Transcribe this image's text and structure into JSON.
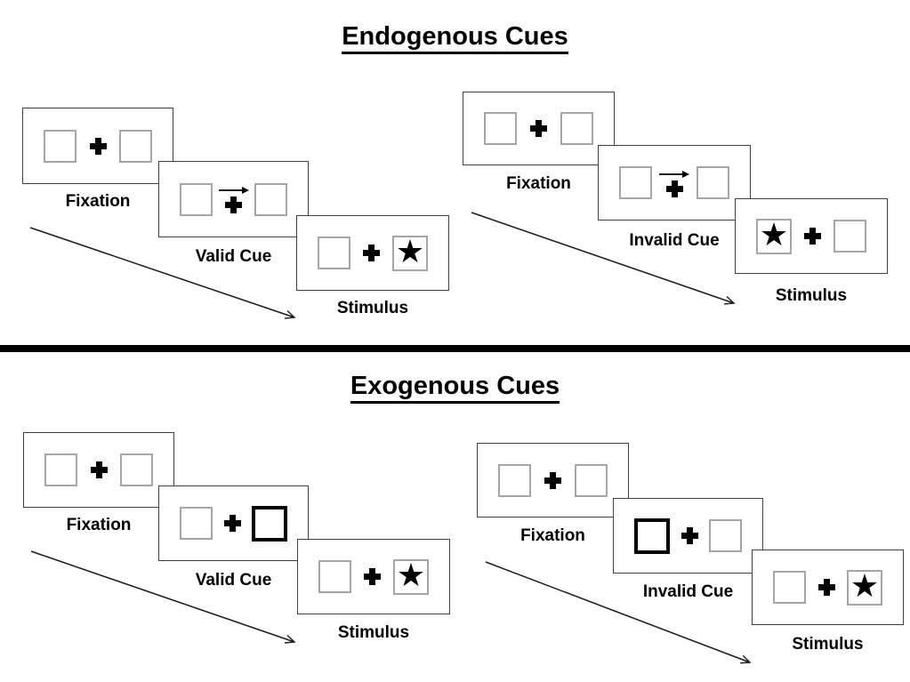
{
  "sections": {
    "endogenous": {
      "title": "Endogenous Cues",
      "valid": {
        "fixation_label": "Fixation",
        "cue_label": "Valid Cue",
        "stimulus_label": "Stimulus",
        "cue_type": "central-arrow",
        "cue_direction": "right",
        "target_side": "right"
      },
      "invalid": {
        "fixation_label": "Fixation",
        "cue_label": "Invalid Cue",
        "stimulus_label": "Stimulus",
        "cue_type": "central-arrow",
        "cue_direction": "right",
        "target_side": "left"
      }
    },
    "exogenous": {
      "title": "Exogenous Cues",
      "valid": {
        "fixation_label": "Fixation",
        "cue_label": "Valid Cue",
        "stimulus_label": "Stimulus",
        "cue_type": "peripheral-box-highlight",
        "cue_side": "right",
        "target_side": "right"
      },
      "invalid": {
        "fixation_label": "Fixation",
        "cue_label": "Invalid Cue",
        "stimulus_label": "Stimulus",
        "cue_type": "peripheral-box-highlight",
        "cue_side": "left",
        "target_side": "right"
      }
    }
  },
  "icons": {
    "star": "★",
    "fixation_cross": "heavy-plus",
    "cue_arrow": "right-arrow"
  },
  "colors": {
    "background": "#ffffff",
    "panel_border": "#404040",
    "box_border": "#a6a6a6",
    "ink": "#000000"
  }
}
